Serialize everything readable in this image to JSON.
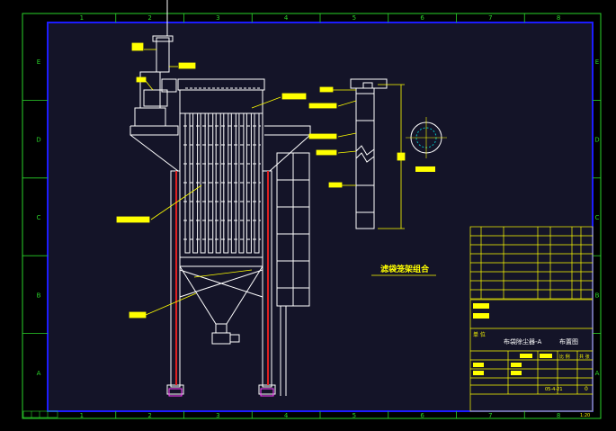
{
  "colors": {
    "background": "#000000",
    "sheet": "#141428",
    "frame_outer": "#2ad42a",
    "frame_inner": "#1c1cff",
    "grid_text": "#2ad42a",
    "drawing": "#ffffff",
    "leader": "#ffff00",
    "dimension": "#ffff00",
    "accent_red": "#e02020",
    "accent_magenta": "#ff40ff",
    "shaft": "#ff40ff",
    "title_block": "#ffff00",
    "table": "#ffff00",
    "cyan": "#00c0c0"
  },
  "grid": {
    "columns": [
      "1",
      "2",
      "3",
      "4",
      "5",
      "6",
      "7",
      "8"
    ],
    "rows": [
      "E",
      "D",
      "C",
      "B",
      "A"
    ]
  },
  "details": {
    "section_caption": "滤袋笼架组合"
  },
  "title_block": {
    "unit_label": "单 位",
    "drawing_name": "布袋除尘器-A",
    "drawing_type": "布置图",
    "scale_cell": "比 例",
    "sheet_cell": "共 张",
    "scale_value": "1:20",
    "date_value": "05-4-21",
    "sheet_no": "0"
  }
}
